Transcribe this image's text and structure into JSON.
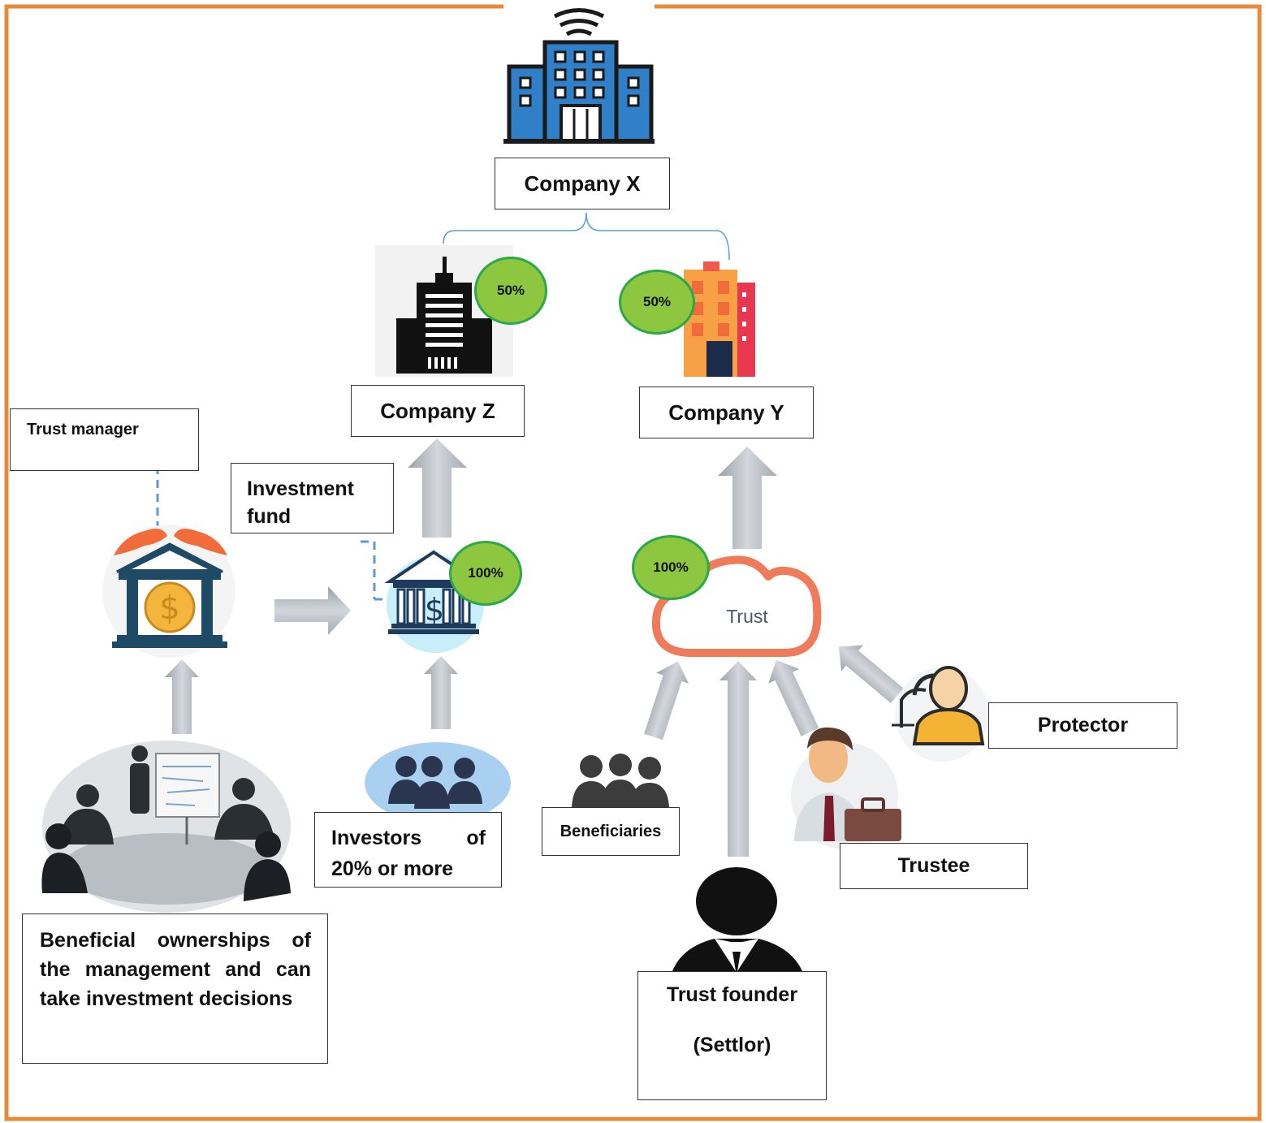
{
  "colors": {
    "frame": "#e98a3b",
    "badge_fill": "#8dc63f",
    "badge_border": "#2aa84a",
    "arrow": "#b8bec6",
    "connector": "#5b9bd5"
  },
  "nodes": {
    "company_x": "Company X",
    "company_z": "Company Z",
    "company_y": "Company Y",
    "trust_manager": "Trust manager",
    "investment_fund": "Investment fund",
    "investors": "Investors of 20% or more",
    "beneficial_owners": "Beneficial ownerships of the management and can take investment decisions",
    "trust": "Trust",
    "beneficiaries": "Beneficiaries",
    "trustee": "Trustee",
    "protector": "Protector",
    "trust_founder_line1": "Trust founder",
    "trust_founder_line2": "(Settlor)"
  },
  "badges": {
    "company_z": "50%",
    "company_y": "50%",
    "investment_fund": "100%",
    "trust": "100%"
  },
  "icons": [
    "building-wifi-icon",
    "skyscraper-icon",
    "colorful-building-icon",
    "bank-hands-icon",
    "bank-dollar-icon",
    "meeting-icon",
    "investors-group-icon",
    "cloud-icon",
    "beneficiaries-group-icon",
    "trustee-icon",
    "protector-icon",
    "settlor-icon"
  ]
}
